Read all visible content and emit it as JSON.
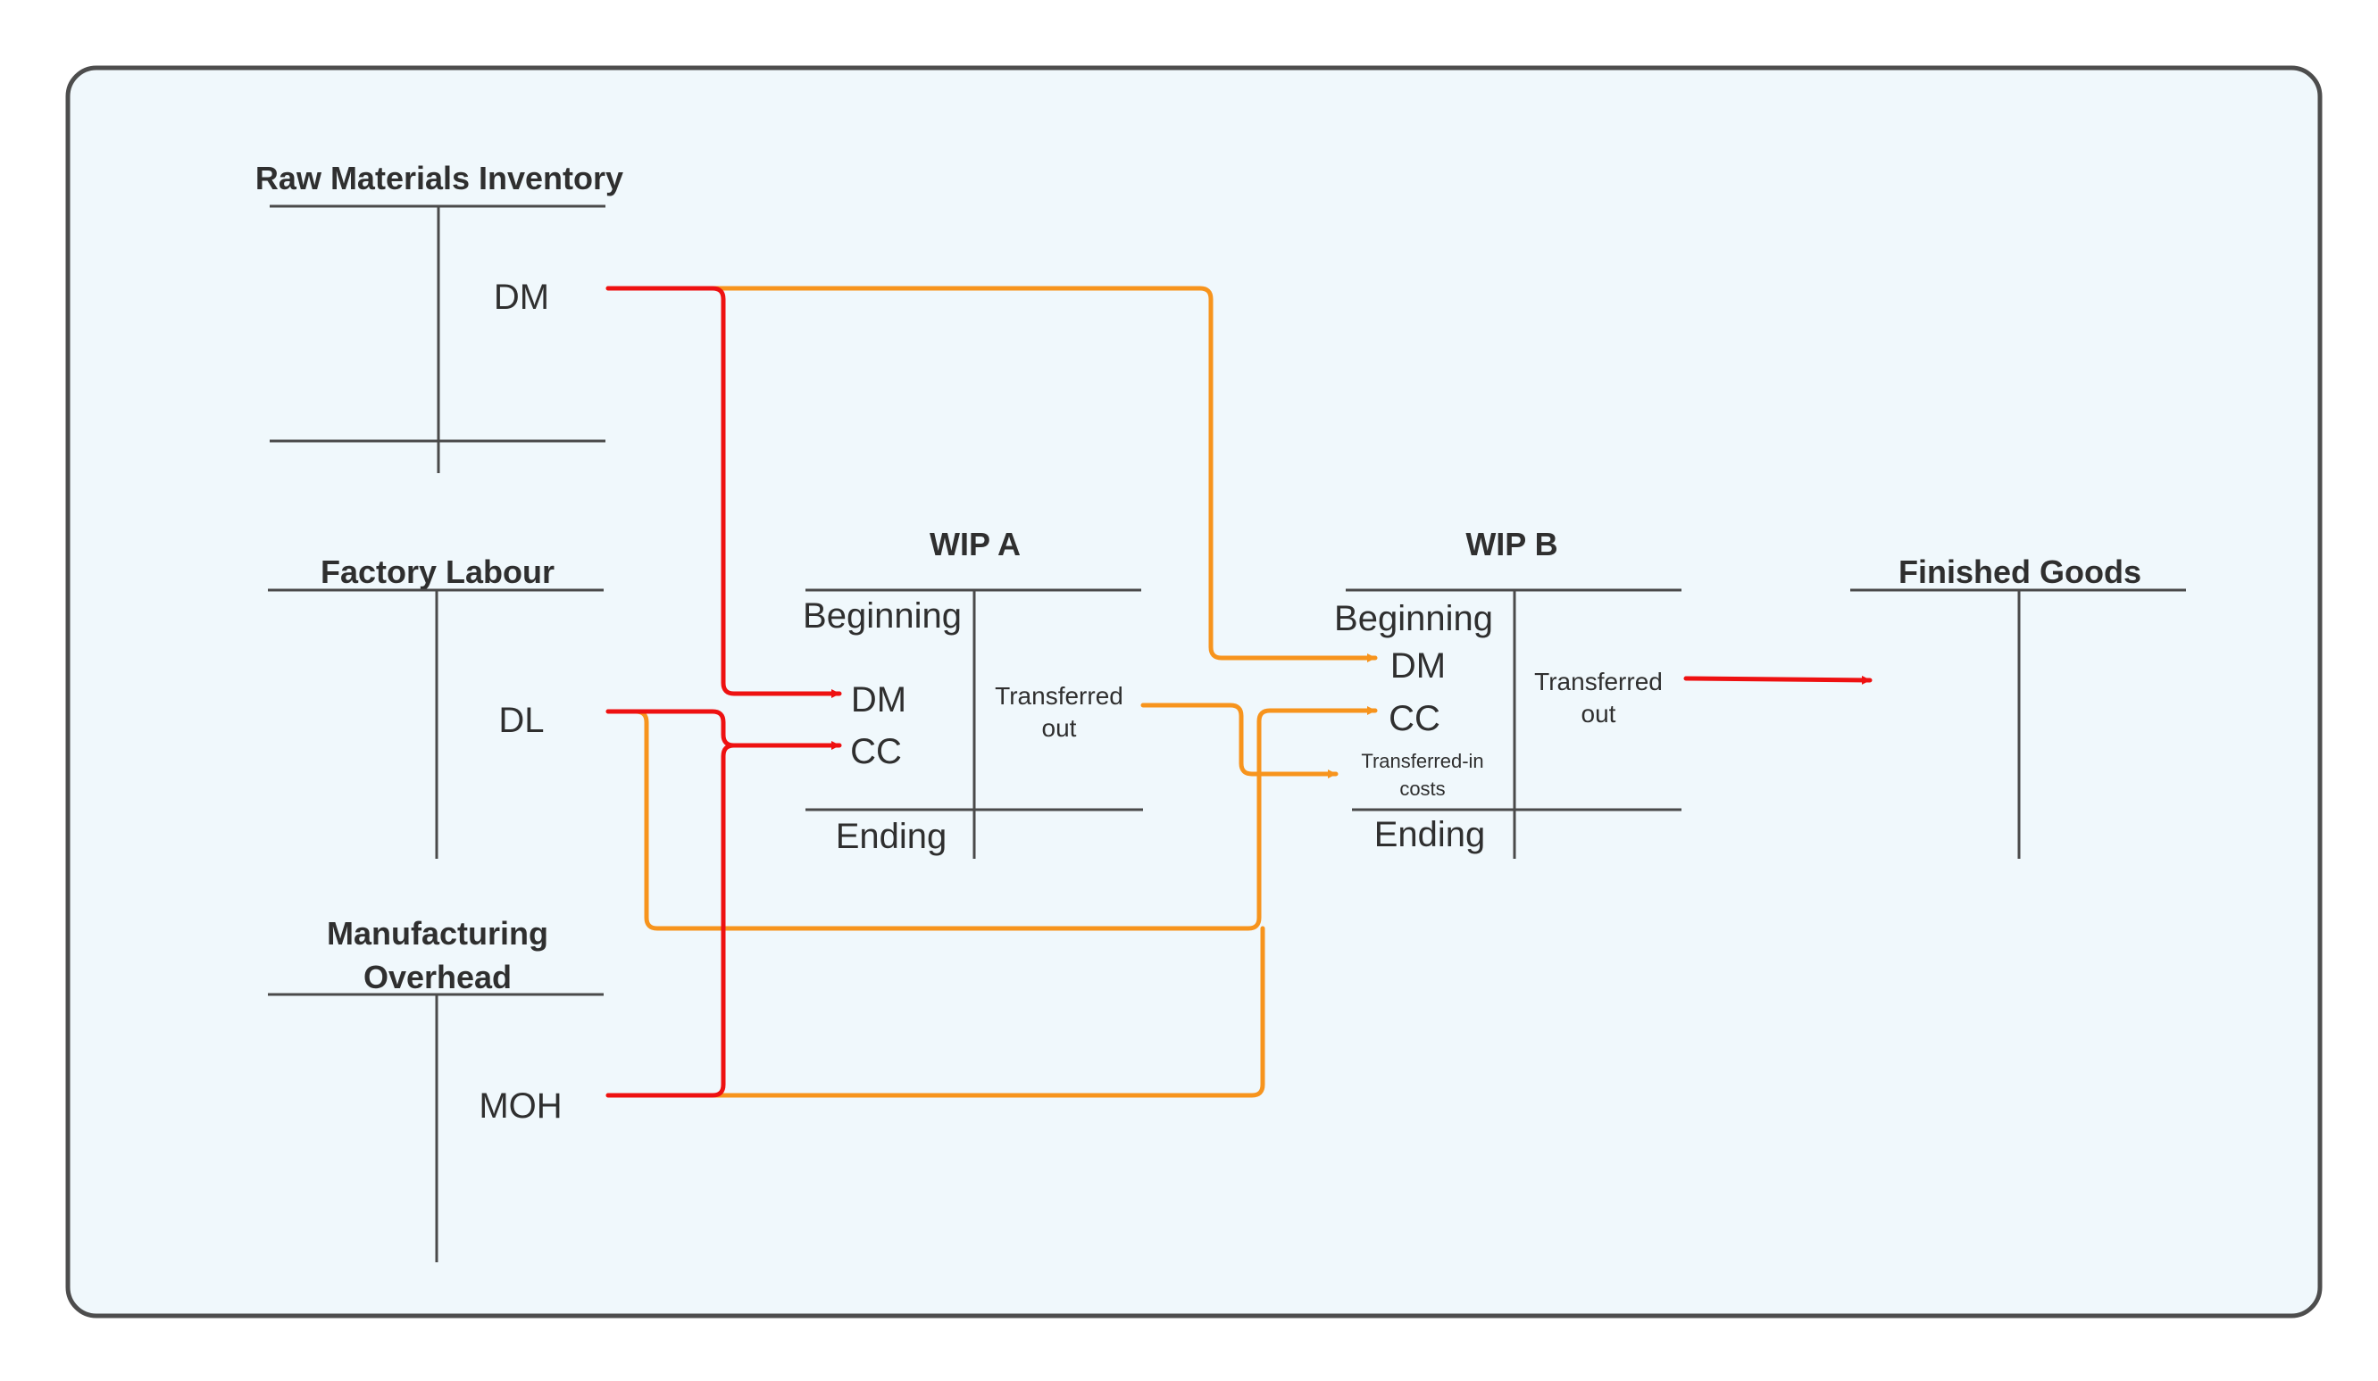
{
  "colors": {
    "background": "#f0f8fc",
    "border": "#4d4d4d",
    "red_flow": "#ee1111",
    "orange_flow": "#f7941d",
    "text": "#2f2f2f"
  },
  "accounts": {
    "raw_materials": {
      "title": "Raw Materials Inventory",
      "credit": "DM"
    },
    "factory_labour": {
      "title": "Factory Labour",
      "credit": "DL"
    },
    "manufacturing_overhead": {
      "title_line1": "Manufacturing",
      "title_line2": "Overhead",
      "credit": "MOH"
    },
    "wip_a": {
      "title": "WIP A",
      "beginning": "Beginning",
      "debit_1": "DM",
      "debit_2": "CC",
      "credit_line1": "Transferred",
      "credit_line2": "out",
      "ending": "Ending"
    },
    "wip_b": {
      "title": "WIP B",
      "beginning": "Beginning",
      "debit_1": "DM",
      "debit_2": "CC",
      "debit_3_line1": "Transferred-in",
      "debit_3_line2": "costs",
      "credit_line1": "Transferred",
      "credit_line2": "out",
      "ending": "Ending"
    },
    "finished_goods": {
      "title": "Finished Goods"
    }
  }
}
